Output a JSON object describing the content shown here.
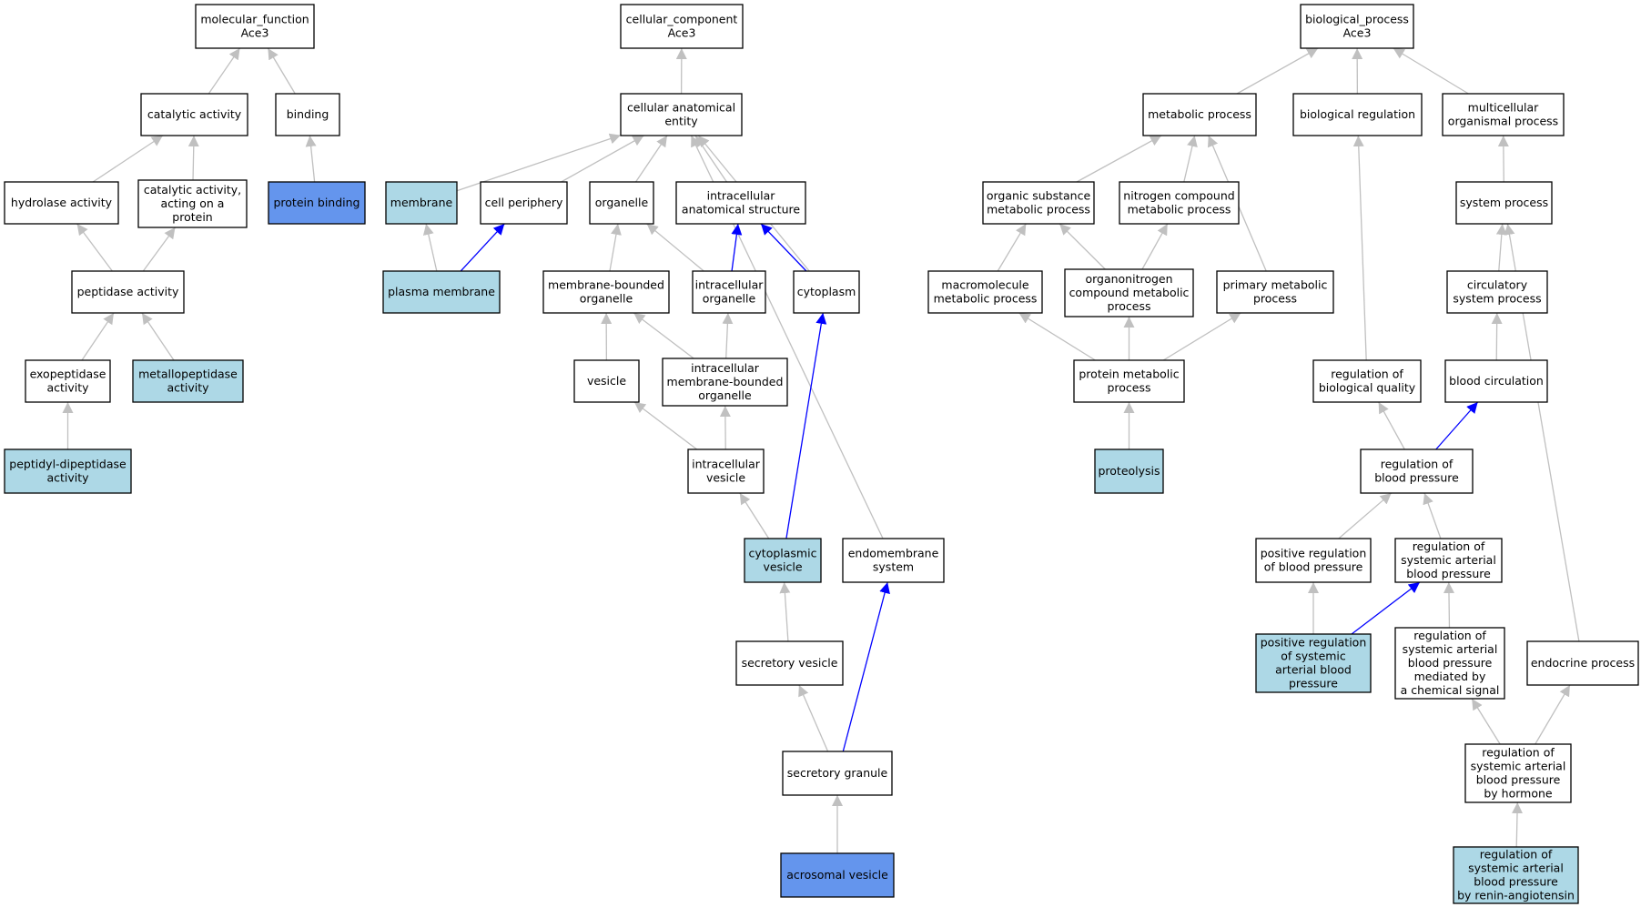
{
  "colors": {
    "default_fill": "#ffffff",
    "light_fill": "#add8e6",
    "dark_fill": "#6495ed",
    "gray_edge": "#c0c0c0",
    "blue_edge": "#0000ff",
    "border": "#000000"
  },
  "nodes": [
    {
      "id": "mf",
      "lines": [
        "molecular_function",
        "Ace3"
      ],
      "fill": "white"
    },
    {
      "id": "cc",
      "lines": [
        "cellular_component",
        "Ace3"
      ],
      "fill": "white"
    },
    {
      "id": "bp",
      "lines": [
        "biological_process",
        "Ace3"
      ],
      "fill": "white"
    },
    {
      "id": "catact",
      "lines": [
        "catalytic activity"
      ],
      "fill": "white"
    },
    {
      "id": "binding",
      "lines": [
        "binding"
      ],
      "fill": "white"
    },
    {
      "id": "cae",
      "lines": [
        "cellular anatomical",
        "entity"
      ],
      "fill": "white"
    },
    {
      "id": "metab",
      "lines": [
        "metabolic process"
      ],
      "fill": "white"
    },
    {
      "id": "bioreg",
      "lines": [
        "biological regulation"
      ],
      "fill": "white"
    },
    {
      "id": "multi",
      "lines": [
        "multicellular",
        "organismal process"
      ],
      "fill": "white"
    },
    {
      "id": "hydro",
      "lines": [
        "hydrolase activity"
      ],
      "fill": "white"
    },
    {
      "id": "catprot",
      "lines": [
        "catalytic activity,",
        "acting on a",
        "protein"
      ],
      "fill": "white"
    },
    {
      "id": "protbind",
      "lines": [
        "protein binding"
      ],
      "fill": "dark"
    },
    {
      "id": "membrane",
      "lines": [
        "membrane"
      ],
      "fill": "light"
    },
    {
      "id": "cellper",
      "lines": [
        "cell periphery"
      ],
      "fill": "white"
    },
    {
      "id": "organelle",
      "lines": [
        "organelle"
      ],
      "fill": "white"
    },
    {
      "id": "ias",
      "lines": [
        "intracellular",
        "anatomical structure"
      ],
      "fill": "white"
    },
    {
      "id": "osmp",
      "lines": [
        "organic substance",
        "metabolic process"
      ],
      "fill": "white"
    },
    {
      "id": "ncmp",
      "lines": [
        "nitrogen compound",
        "metabolic process"
      ],
      "fill": "white"
    },
    {
      "id": "sysproc",
      "lines": [
        "system process"
      ],
      "fill": "white"
    },
    {
      "id": "peptidase",
      "lines": [
        "peptidase activity"
      ],
      "fill": "white"
    },
    {
      "id": "plasma",
      "lines": [
        "plasma membrane"
      ],
      "fill": "light"
    },
    {
      "id": "mbo",
      "lines": [
        "membrane-bounded",
        "organelle"
      ],
      "fill": "white"
    },
    {
      "id": "intorg",
      "lines": [
        "intracellular",
        "organelle"
      ],
      "fill": "white"
    },
    {
      "id": "cytoplasm",
      "lines": [
        "cytoplasm"
      ],
      "fill": "white"
    },
    {
      "id": "macro",
      "lines": [
        "macromolecule",
        "metabolic process"
      ],
      "fill": "white"
    },
    {
      "id": "onmp",
      "lines": [
        "organonitrogen",
        "compound metabolic",
        "process"
      ],
      "fill": "white"
    },
    {
      "id": "primary",
      "lines": [
        "primary metabolic",
        "process"
      ],
      "fill": "white"
    },
    {
      "id": "circsys",
      "lines": [
        "circulatory",
        "system process"
      ],
      "fill": "white"
    },
    {
      "id": "exopep",
      "lines": [
        "exopeptidase",
        "activity"
      ],
      "fill": "white"
    },
    {
      "id": "metallo",
      "lines": [
        "metallopeptidase",
        "activity"
      ],
      "fill": "light"
    },
    {
      "id": "vesicle",
      "lines": [
        "vesicle"
      ],
      "fill": "white"
    },
    {
      "id": "imbo",
      "lines": [
        "intracellular",
        "membrane-bounded",
        "organelle"
      ],
      "fill": "white"
    },
    {
      "id": "protmet",
      "lines": [
        "protein metabolic",
        "process"
      ],
      "fill": "white"
    },
    {
      "id": "regbioq",
      "lines": [
        "regulation of",
        "biological quality"
      ],
      "fill": "white"
    },
    {
      "id": "bloodcirc",
      "lines": [
        "blood circulation"
      ],
      "fill": "white"
    },
    {
      "id": "peptidyl",
      "lines": [
        "peptidyl-dipeptidase",
        "activity"
      ],
      "fill": "light"
    },
    {
      "id": "intves",
      "lines": [
        "intracellular",
        "vesicle"
      ],
      "fill": "white"
    },
    {
      "id": "proteolysis",
      "lines": [
        "proteolysis"
      ],
      "fill": "light"
    },
    {
      "id": "regbp",
      "lines": [
        "regulation of",
        "blood pressure"
      ],
      "fill": "white"
    },
    {
      "id": "cytoves",
      "lines": [
        "cytoplasmic",
        "vesicle"
      ],
      "fill": "light"
    },
    {
      "id": "endomem",
      "lines": [
        "endomembrane",
        "system"
      ],
      "fill": "white"
    },
    {
      "id": "posregbp",
      "lines": [
        "positive regulation",
        "of blood pressure"
      ],
      "fill": "white"
    },
    {
      "id": "regsabp",
      "lines": [
        "regulation of",
        "systemic arterial",
        "blood pressure"
      ],
      "fill": "white"
    },
    {
      "id": "secves",
      "lines": [
        "secretory vesicle"
      ],
      "fill": "white"
    },
    {
      "id": "posregsab",
      "lines": [
        "positive regulation",
        "of systemic",
        "arterial blood",
        "pressure"
      ],
      "fill": "light"
    },
    {
      "id": "regsabpchem",
      "lines": [
        "regulation of",
        "systemic arterial",
        "blood pressure",
        "mediated by",
        "a chemical signal"
      ],
      "fill": "white"
    },
    {
      "id": "endocrine",
      "lines": [
        "endocrine process"
      ],
      "fill": "white"
    },
    {
      "id": "secgran",
      "lines": [
        "secretory granule"
      ],
      "fill": "white"
    },
    {
      "id": "regsabphorm",
      "lines": [
        "regulation of",
        "systemic arterial",
        "blood pressure",
        "by hormone"
      ],
      "fill": "white"
    },
    {
      "id": "acrosomal",
      "lines": [
        "acrosomal vesicle"
      ],
      "fill": "dark"
    },
    {
      "id": "regsabprenin",
      "lines": [
        "regulation of",
        "systemic arterial",
        "blood pressure",
        "by renin-angiotensin"
      ],
      "fill": "light"
    }
  ],
  "edges": [
    {
      "from": "catact",
      "to": "mf",
      "color": "gray"
    },
    {
      "from": "binding",
      "to": "mf",
      "color": "gray"
    },
    {
      "from": "cae",
      "to": "cc",
      "color": "gray"
    },
    {
      "from": "metab",
      "to": "bp",
      "color": "gray"
    },
    {
      "from": "bioreg",
      "to": "bp",
      "color": "gray"
    },
    {
      "from": "multi",
      "to": "bp",
      "color": "gray"
    },
    {
      "from": "hydro",
      "to": "catact",
      "color": "gray"
    },
    {
      "from": "catprot",
      "to": "catact",
      "color": "gray"
    },
    {
      "from": "protbind",
      "to": "binding",
      "color": "gray"
    },
    {
      "from": "membrane",
      "to": "cae",
      "color": "gray"
    },
    {
      "from": "cellper",
      "to": "cae",
      "color": "gray"
    },
    {
      "from": "organelle",
      "to": "cae",
      "color": "gray"
    },
    {
      "from": "ias",
      "to": "cae",
      "color": "gray"
    },
    {
      "from": "cytoplasm",
      "to": "cae",
      "color": "gray"
    },
    {
      "from": "endomem",
      "to": "cae",
      "color": "gray"
    },
    {
      "from": "osmp",
      "to": "metab",
      "color": "gray"
    },
    {
      "from": "ncmp",
      "to": "metab",
      "color": "gray"
    },
    {
      "from": "primary",
      "to": "metab",
      "color": "gray"
    },
    {
      "from": "regbioq",
      "to": "bioreg",
      "color": "gray"
    },
    {
      "from": "sysproc",
      "to": "multi",
      "color": "gray"
    },
    {
      "from": "peptidase",
      "to": "hydro",
      "color": "gray"
    },
    {
      "from": "peptidase",
      "to": "catprot",
      "color": "gray"
    },
    {
      "from": "plasma",
      "to": "membrane",
      "color": "gray"
    },
    {
      "from": "plasma",
      "to": "cellper",
      "color": "blue"
    },
    {
      "from": "mbo",
      "to": "organelle",
      "color": "gray"
    },
    {
      "from": "intorg",
      "to": "organelle",
      "color": "gray"
    },
    {
      "from": "intorg",
      "to": "ias",
      "color": "blue"
    },
    {
      "from": "cytoplasm",
      "to": "ias",
      "color": "blue"
    },
    {
      "from": "macro",
      "to": "osmp",
      "color": "gray"
    },
    {
      "from": "onmp",
      "to": "osmp",
      "color": "gray"
    },
    {
      "from": "onmp",
      "to": "ncmp",
      "color": "gray"
    },
    {
      "from": "circsys",
      "to": "sysproc",
      "color": "gray"
    },
    {
      "from": "endocrine",
      "to": "sysproc",
      "color": "gray"
    },
    {
      "from": "exopep",
      "to": "peptidase",
      "color": "gray"
    },
    {
      "from": "metallo",
      "to": "peptidase",
      "color": "gray"
    },
    {
      "from": "vesicle",
      "to": "mbo",
      "color": "gray"
    },
    {
      "from": "imbo",
      "to": "mbo",
      "color": "gray"
    },
    {
      "from": "imbo",
      "to": "intorg",
      "color": "gray"
    },
    {
      "from": "protmet",
      "to": "macro",
      "color": "gray"
    },
    {
      "from": "protmet",
      "to": "onmp",
      "color": "gray"
    },
    {
      "from": "protmet",
      "to": "primary",
      "color": "gray"
    },
    {
      "from": "bloodcirc",
      "to": "circsys",
      "color": "gray"
    },
    {
      "from": "peptidyl",
      "to": "exopep",
      "color": "gray"
    },
    {
      "from": "intves",
      "to": "vesicle",
      "color": "gray"
    },
    {
      "from": "intves",
      "to": "imbo",
      "color": "gray"
    },
    {
      "from": "proteolysis",
      "to": "protmet",
      "color": "gray"
    },
    {
      "from": "regbp",
      "to": "regbioq",
      "color": "gray"
    },
    {
      "from": "regbp",
      "to": "bloodcirc",
      "color": "blue"
    },
    {
      "from": "cytoves",
      "to": "intves",
      "color": "gray"
    },
    {
      "from": "cytoves",
      "to": "cytoplasm",
      "color": "blue"
    },
    {
      "from": "posregbp",
      "to": "regbp",
      "color": "gray"
    },
    {
      "from": "regsabp",
      "to": "regbp",
      "color": "gray"
    },
    {
      "from": "secves",
      "to": "cytoves",
      "color": "gray"
    },
    {
      "from": "posregsab",
      "to": "posregbp",
      "color": "gray"
    },
    {
      "from": "posregsab",
      "to": "regsabp",
      "color": "blue"
    },
    {
      "from": "regsabpchem",
      "to": "regsabp",
      "color": "gray"
    },
    {
      "from": "secgran",
      "to": "secves",
      "color": "gray"
    },
    {
      "from": "secgran",
      "to": "endomem",
      "color": "blue"
    },
    {
      "from": "regsabphorm",
      "to": "regsabpchem",
      "color": "gray"
    },
    {
      "from": "regsabphorm",
      "to": "endocrine",
      "color": "gray"
    },
    {
      "from": "acrosomal",
      "to": "secgran",
      "color": "gray"
    },
    {
      "from": "regsabprenin",
      "to": "regsabphorm",
      "color": "gray"
    }
  ]
}
